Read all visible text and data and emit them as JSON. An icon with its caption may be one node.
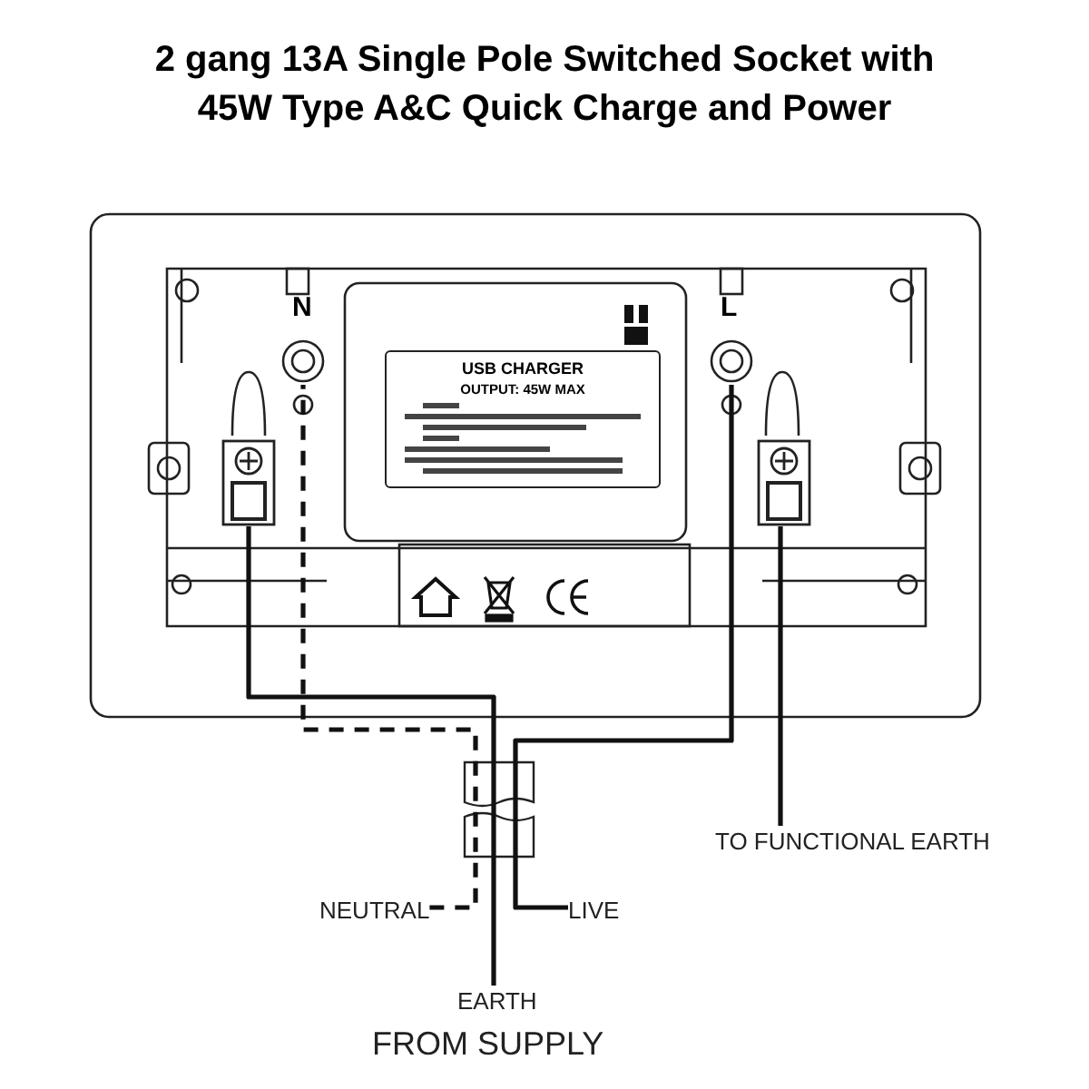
{
  "diagram": {
    "title": "2 gang 13A Single Pole Switched Socket with 45W Type A&C Quick Charge and Power",
    "nodes": [
      {
        "text": [
          "N"
        ]
      },
      {
        "text": [
          "L"
        ]
      },
      {
        "text": [],
        "shape": "box"
      },
      {
        "text": [],
        "shape": "box"
      },
      {
        "text": [
          "USB CHARGER",
          "OUTPUT: 45W MAX"
        ]
      },
      {
        "text": [
          "NEUTRAL"
        ]
      },
      {
        "text": [
          "LIVE"
        ]
      },
      {
        "text": [
          "EARTH"
        ]
      },
      {
        "text": [
          "TO FUNCTIONAL EARTH"
        ]
      }
    ],
    "edges": [
      {
        "from": 5,
        "to": 0,
        "arrow": "none",
        "style": "dashed"
      },
      {
        "from": 6,
        "to": 1,
        "arrow": "none"
      },
      {
        "from": 7,
        "to": 2,
        "arrow": "none"
      },
      {
        "from": 3,
        "to": 8,
        "arrow": "none"
      }
    ],
    "labels": [
      "FROM SUPPLY"
    ]
  }
}
